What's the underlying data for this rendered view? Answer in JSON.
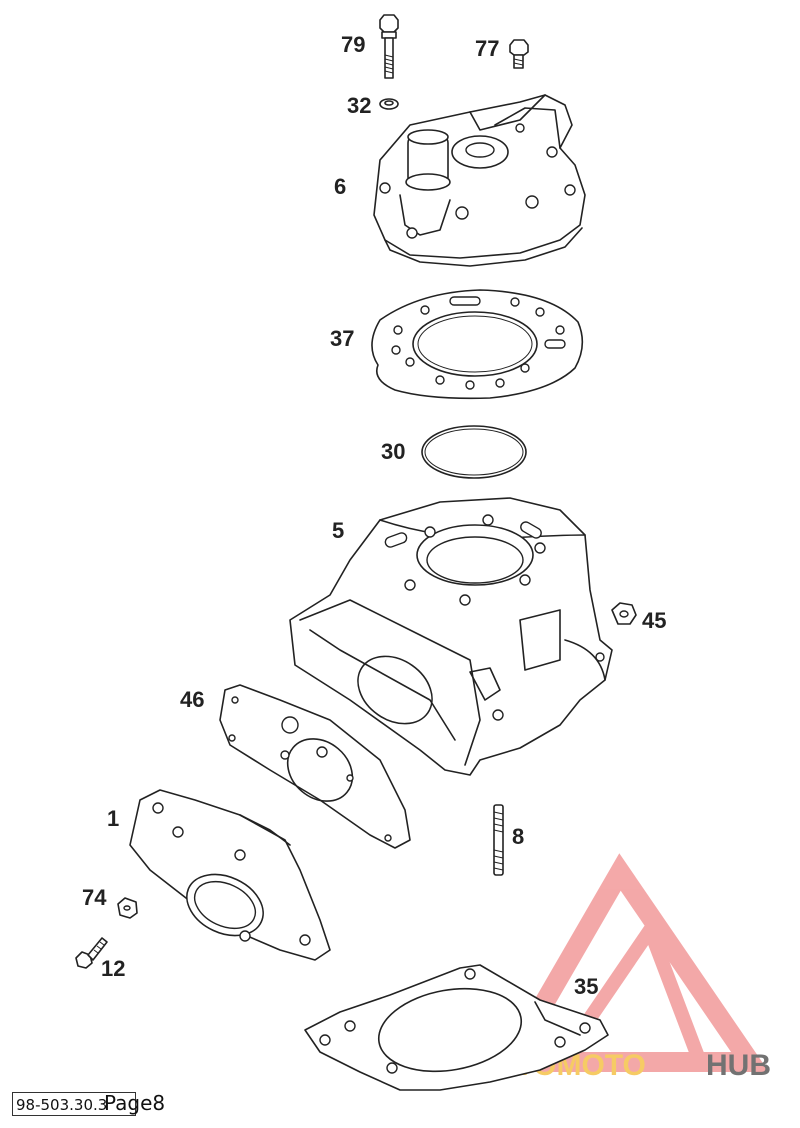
{
  "parts": [
    {
      "id": "79",
      "label": "79"
    },
    {
      "id": "77",
      "label": "77"
    },
    {
      "id": "32",
      "label": "32"
    },
    {
      "id": "6",
      "label": "6"
    },
    {
      "id": "37",
      "label": "37"
    },
    {
      "id": "30",
      "label": "30"
    },
    {
      "id": "5",
      "label": "5"
    },
    {
      "id": "45",
      "label": "45"
    },
    {
      "id": "46",
      "label": "46"
    },
    {
      "id": "1",
      "label": "1"
    },
    {
      "id": "8",
      "label": "8"
    },
    {
      "id": "74",
      "label": "74"
    },
    {
      "id": "12",
      "label": "12"
    },
    {
      "id": "35",
      "label": "35"
    }
  ],
  "footer": {
    "code": "98-503.30.3",
    "page": "Page8"
  },
  "watermark": {
    "part1": "AUTOMOTO",
    "part2": "HUB",
    "accent": "#f04a4a",
    "accent_light": "#f5a0a0",
    "yellow": "#f5c24a",
    "gray": "#5a5a5a"
  }
}
